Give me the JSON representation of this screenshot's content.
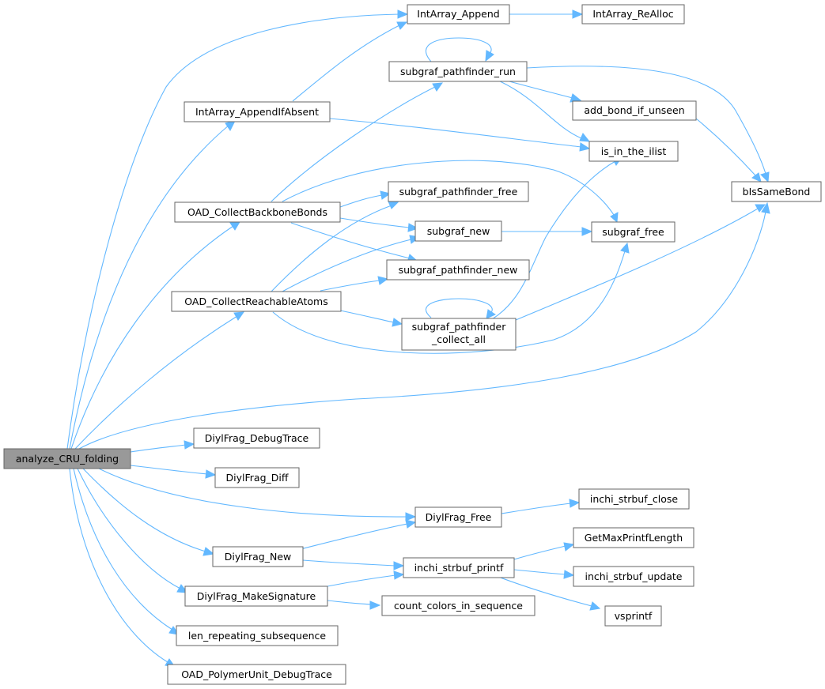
{
  "colors": {
    "edge": "#63b8ff",
    "node_border": "#666666",
    "root_fill": "#999999",
    "node_fill": "#ffffff"
  },
  "nodes": {
    "analyze_CRU_folding": "analyze_CRU_folding",
    "IntArray_Append": "IntArray_Append",
    "IntArray_ReAlloc": "IntArray_ReAlloc",
    "IntArray_AppendIfAbsent": "IntArray_AppendIfAbsent",
    "subgraf_pathfinder_run": "subgraf_pathfinder_run",
    "add_bond_if_unseen": "add_bond_if_unseen",
    "is_in_the_ilist": "is_in_the_ilist",
    "bIsSameBond": "bIsSameBond",
    "OAD_CollectBackboneBonds": "OAD_CollectBackboneBonds",
    "subgraf_pathfinder_free": "subgraf_pathfinder_free",
    "subgraf_new": "subgraf_new",
    "subgraf_free": "subgraf_free",
    "subgraf_pathfinder_new": "subgraf_pathfinder_new",
    "OAD_CollectReachableAtoms": "OAD_CollectReachableAtoms",
    "subgraf_pathfinder_collect_all_1": "subgraf_pathfinder",
    "subgraf_pathfinder_collect_all_2": "_collect_all",
    "DiylFrag_DebugTrace": "DiylFrag_DebugTrace",
    "DiylFrag_Diff": "DiylFrag_Diff",
    "DiylFrag_Free": "DiylFrag_Free",
    "inchi_strbuf_close": "inchi_strbuf_close",
    "DiylFrag_New": "DiylFrag_New",
    "GetMaxPrintfLength": "GetMaxPrintfLength",
    "inchi_strbuf_printf": "inchi_strbuf_printf",
    "inchi_strbuf_update": "inchi_strbuf_update",
    "DiylFrag_MakeSignature": "DiylFrag_MakeSignature",
    "count_colors_in_sequence": "count_colors_in_sequence",
    "vsprintf": "vsprintf",
    "len_repeating_subsequence": "len_repeating_subsequence",
    "OAD_PolymerUnit_DebugTrace": "OAD_PolymerUnit_DebugTrace"
  }
}
